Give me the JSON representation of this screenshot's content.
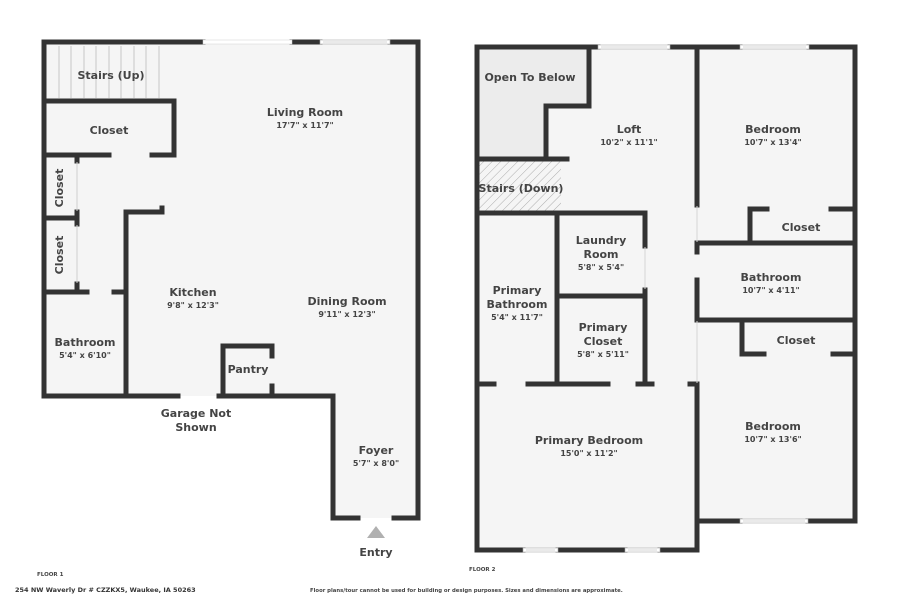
{
  "colors": {
    "wall": "#333333",
    "floor": "#f5f5f5",
    "open_area": "#ececec",
    "text": "#444444",
    "entry_marker": "#b0b0b0"
  },
  "floor1": {
    "label": "FLOOR 1",
    "rooms": {
      "stairs_up": {
        "name": "Stairs (Up)"
      },
      "closet_top": {
        "name": "Closet"
      },
      "closet_side_1": {
        "name": "Closet"
      },
      "closet_side_2": {
        "name": "Closet"
      },
      "living_room": {
        "name": "Living Room",
        "dim": "17'7\" x 11'7\""
      },
      "kitchen": {
        "name": "Kitchen",
        "dim": "9'8\" x 12'3\""
      },
      "dining_room": {
        "name": "Dining Room",
        "dim": "9'11\" x 12'3\""
      },
      "bathroom": {
        "name": "Bathroom",
        "dim": "5'4\" x 6'10\""
      },
      "pantry": {
        "name": "Pantry"
      },
      "foyer": {
        "name": "Foyer",
        "dim": "5'7\" x 8'0\""
      }
    },
    "garage_note_line1": "Garage Not",
    "garage_note_line2": "Shown",
    "entry_label": "Entry"
  },
  "floor2": {
    "label": "FLOOR 2",
    "rooms": {
      "open_to_below": {
        "name": "Open To Below"
      },
      "stairs_down": {
        "name": "Stairs (Down)"
      },
      "loft": {
        "name": "Loft",
        "dim": "10'2\" x 11'1\""
      },
      "bedroom_top": {
        "name": "Bedroom",
        "dim": "10'7\" x 13'4\""
      },
      "closet_top": {
        "name": "Closet"
      },
      "laundry_room": {
        "name_line1": "Laundry",
        "name_line2": "Room",
        "dim": "5'8\" x 5'4\""
      },
      "primary_bathroom": {
        "name_line1": "Primary",
        "name_line2": "Bathroom",
        "dim": "5'4\" x 11'7\""
      },
      "primary_closet": {
        "name_line1": "Primary",
        "name_line2": "Closet",
        "dim": "5'8\" x 5'11\""
      },
      "bathroom": {
        "name": "Bathroom",
        "dim": "10'7\" x 4'11\""
      },
      "closet_mid": {
        "name": "Closet"
      },
      "primary_bedroom": {
        "name": "Primary Bedroom",
        "dim": "15'0\" x 11'2\""
      },
      "bedroom_bottom": {
        "name": "Bedroom",
        "dim": "10'7\" x 13'6\""
      }
    }
  },
  "footer": {
    "address": "254 NW Waverly Dr # CZZKX5, Waukee, IA 50263",
    "disclaimer": "Floor plans/tour cannot be used for building or design purposes. Sizes and dimensions are approximate."
  }
}
